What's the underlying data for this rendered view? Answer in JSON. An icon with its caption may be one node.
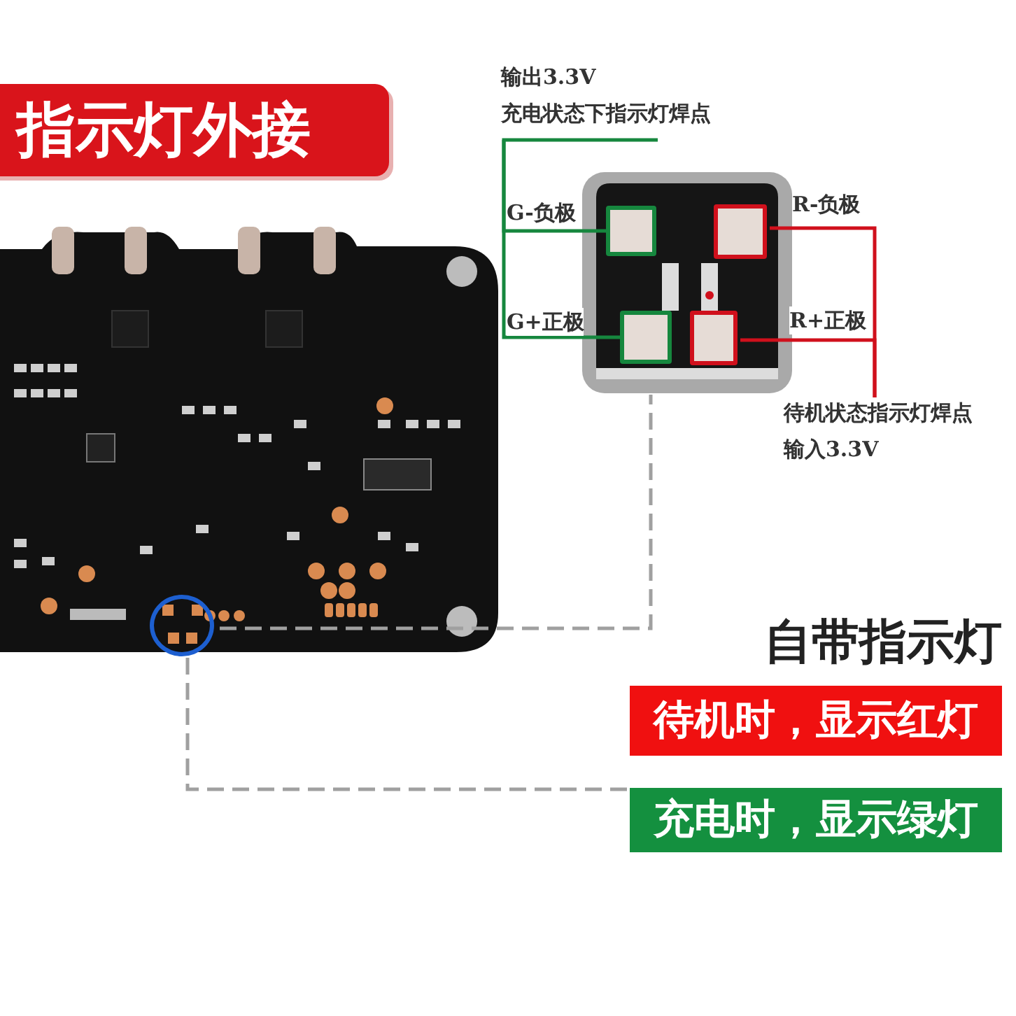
{
  "diagram": {
    "nodes": [
      {
        "text": [
          "指示灯外接"
        ]
      },
      {
        "text": [],
        "shape": "picture"
      },
      {
        "text": [],
        "shape": "circle",
        "in": 1
      },
      {
        "text": [],
        "shape": "picture"
      },
      {
        "text": [],
        "shape": "box",
        "in": 3
      },
      {
        "text": [],
        "shape": "box",
        "in": 3
      },
      {
        "text": [],
        "shape": "box",
        "in": 3
      },
      {
        "text": [],
        "shape": "box",
        "in": 3
      },
      {
        "text": [
          "输出3.3V",
          "充电状态下指示灯焊点"
        ]
      },
      {
        "text": [
          "待机状态指示灯焊点",
          "输入3.3V"
        ]
      },
      {
        "text": [
          "待机时，显示红灯"
        ]
      },
      {
        "text": [
          "充电时，显示绿灯"
        ]
      }
    ],
    "edges": [
      {
        "from": 8,
        "to": 4,
        "arrow": "none",
        "label": "G-负极",
        "color": "#16873e"
      },
      {
        "from": 8,
        "to": 6,
        "arrow": "none",
        "label": "G+正极",
        "color": "#16873e"
      },
      {
        "from": 9,
        "to": 5,
        "arrow": "none",
        "label": "R-负极",
        "color": "#d0101c"
      },
      {
        "from": 9,
        "to": 7,
        "arrow": "none",
        "label": "R+正极",
        "color": "#d0101c"
      },
      {
        "from": 2,
        "to": 3,
        "arrow": "none",
        "style": "dashed",
        "color": "#a0a0a0"
      },
      {
        "from": 2,
        "to": 11,
        "arrow": "none",
        "style": "dashed",
        "color": "#a0a0a0"
      }
    ],
    "labels": [
      "自带指示灯"
    ]
  }
}
